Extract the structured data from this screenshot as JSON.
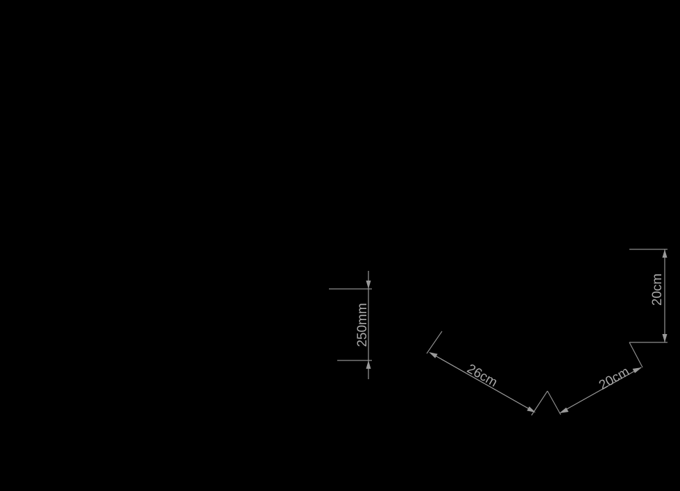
{
  "diagram": {
    "background_color": "#000000",
    "line_color": "#9a9a9a",
    "dimensions": {
      "height_mm": "250mm",
      "slant_left": "26cm",
      "slant_right": "20cm",
      "vertical_right": "20cm"
    }
  }
}
